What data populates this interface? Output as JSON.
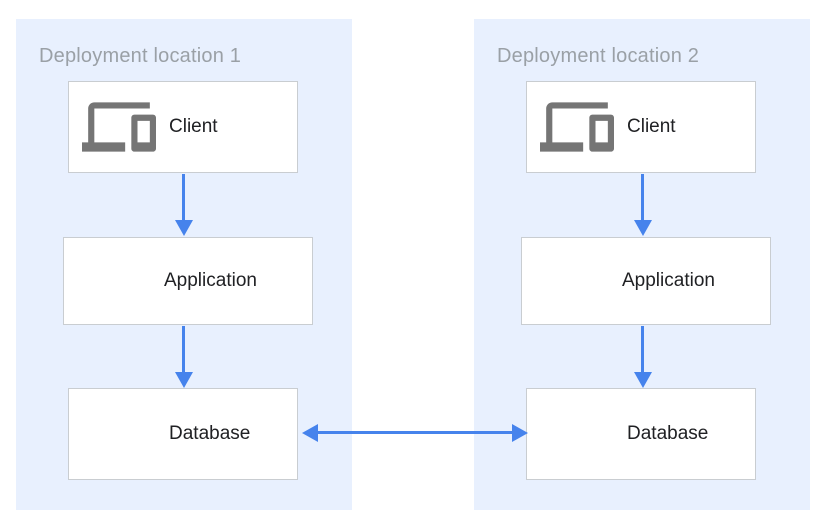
{
  "colors": {
    "panel_background": "#e8f0fe",
    "box_background": "#ffffff",
    "box_border": "#c9cdd1",
    "title_text": "#9aa0a6",
    "label_text": "#202124",
    "icon_gray": "#757575",
    "arrow_blue": "#4683ec"
  },
  "panels": [
    {
      "title": "Deployment location 1",
      "nodes": [
        {
          "icon": "devices-icon",
          "label": "Client"
        },
        {
          "icon": "server-stack-icon",
          "label": "Application"
        },
        {
          "icon": "server-stack-icon",
          "label": "Database"
        }
      ]
    },
    {
      "title": "Deployment location 2",
      "nodes": [
        {
          "icon": "devices-icon",
          "label": "Client"
        },
        {
          "icon": "server-stack-icon",
          "label": "Application"
        },
        {
          "icon": "server-stack-icon",
          "label": "Database"
        }
      ]
    }
  ],
  "connections": [
    {
      "from": "location-1-client",
      "to": "location-1-application",
      "type": "arrow-down"
    },
    {
      "from": "location-1-application",
      "to": "location-1-database",
      "type": "arrow-down"
    },
    {
      "from": "location-2-client",
      "to": "location-2-application",
      "type": "arrow-down"
    },
    {
      "from": "location-2-application",
      "to": "location-2-database",
      "type": "arrow-down"
    },
    {
      "from": "location-1-database",
      "to": "location-2-database",
      "type": "arrow-bidirectional"
    }
  ]
}
